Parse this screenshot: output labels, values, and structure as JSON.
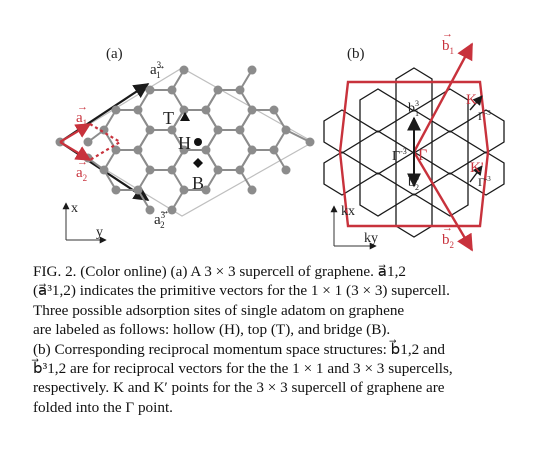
{
  "figure": {
    "panel_a": {
      "label": "(a)",
      "vectors": {
        "a1": "a",
        "a1_sub": "1",
        "a2": "a",
        "a2_sub": "2",
        "a1_3": "a",
        "a1_3_sub": "1",
        "a1_3_sup": "3",
        "a2_3": "a",
        "a2_3_sub": "2",
        "a2_3_sup": "3"
      },
      "sites": {
        "top": "T",
        "hollow": "H",
        "bridge": "B"
      },
      "axes": {
        "x": "x",
        "y": "y"
      }
    },
    "panel_b": {
      "label": "(b)",
      "vectors": {
        "b1": "b",
        "b1_sub": "1",
        "b2": "b",
        "b2_sub": "2",
        "b1_3": "b",
        "b1_3_sub": "1",
        "b1_3_sup": "3",
        "b2_3": "b",
        "b2_3_sub": "2",
        "b2_3_sup": "3"
      },
      "points": {
        "gamma": "Γ",
        "gamma_3": "Γ",
        "gamma_3_sup": "-3",
        "k": "K",
        "k_prime": "K'",
        "gamma_k": "Γ",
        "gamma_k_sup": "-3",
        "gamma_kp": "Γ",
        "gamma_kp_sup": "-3"
      },
      "axes": {
        "kx": "kx",
        "ky": "ky"
      }
    },
    "colors": {
      "red": "#c8323c",
      "black": "#1a1a1a",
      "atom": "#8c8c8c",
      "gray_line": "#bfbfbf"
    }
  },
  "caption": {
    "lines": [
      "FIG. 2. (Color online) (a) A 3 × 3 supercell of graphene. a⃗1,2",
      "(a⃗³1,2) indicates the primitive vectors for the 1 × 1 (3 × 3) supercell.",
      "Three possible adsorption sites of single adatom on graphene",
      "are labeled as follows: hollow (H), top (T), and bridge (B).",
      "(b) Corresponding reciprocal momentum space structures: b⃗1,2 and",
      "b⃗³1,2 are for reciprocal vectors for the the 1 × 1 and 3 × 3 supercells,",
      "respectively. K and K′ points for the 3 × 3 supercell of graphene are",
      "folded into the Γ point."
    ]
  }
}
